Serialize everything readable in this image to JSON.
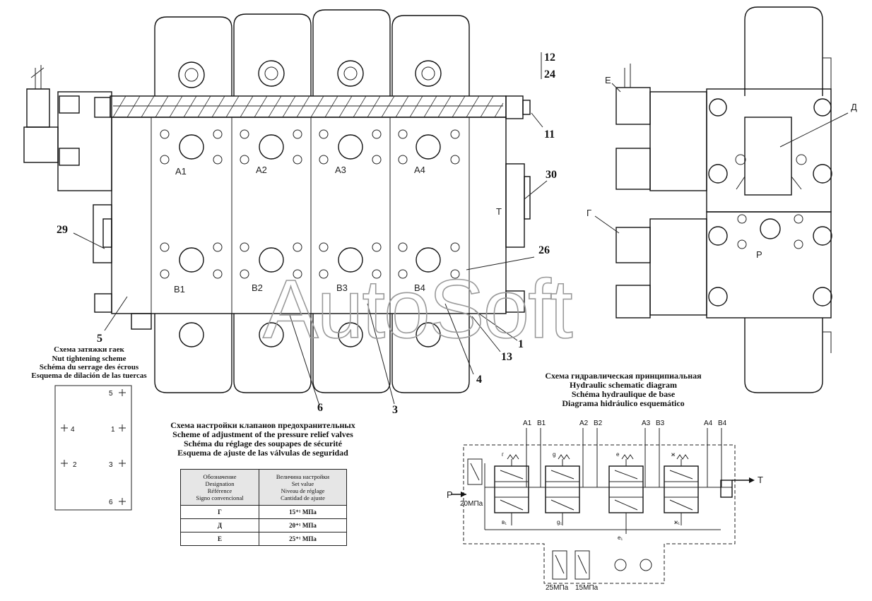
{
  "watermark": "AutoSoft",
  "main_view": {
    "port_labels_top": [
      "A1",
      "A2",
      "A3",
      "A4"
    ],
    "port_labels_bottom": [
      "B1",
      "B2",
      "B3",
      "B4"
    ],
    "tank_label": "T",
    "callouts": {
      "c12": "12",
      "c24": "24",
      "c11": "11",
      "c30": "30",
      "c29": "29",
      "c26": "26",
      "c5": "5",
      "c1": "1",
      "c13": "13",
      "c4": "4",
      "c3": "3",
      "c6": "6"
    }
  },
  "side_view": {
    "labels": {
      "e": "Е",
      "d": "Д",
      "g": "Г",
      "p": "P"
    }
  },
  "nut_scheme": {
    "title_lines": [
      "Схема затяжки гаек",
      "Nut tightening scheme",
      "Schéma du serrage des écrous",
      "Esquema de dilación de las tuercas"
    ],
    "points": [
      "5",
      "4",
      "1",
      "2",
      "3",
      "6"
    ]
  },
  "valve_adjust": {
    "title_lines": [
      "Схема настройки клапанов предохранительных",
      "Scheme of adjustment of the pressure relief valves",
      "Schéma du réglage des soupapes de sécurité",
      "Esquema de ajuste de las válvulas de seguridad"
    ],
    "header": {
      "designation": [
        "Обозначение",
        "Designation",
        "Référence",
        "Signo convencional"
      ],
      "set_value": [
        "Величина настройки",
        "Set value",
        "Niveau de réglage",
        "Cantidad de ajuste"
      ]
    },
    "rows": [
      {
        "designation": "Г",
        "value": "15⁺¹ МПа"
      },
      {
        "designation": "Д",
        "value": "20⁺¹ МПа"
      },
      {
        "designation": "Е",
        "value": "25⁺¹ МПа"
      }
    ]
  },
  "hydraulic": {
    "title_lines": [
      "Схема гидравлическая принципиальная",
      "Hydraulic schematic diagram",
      "Schéma hydraulique de base",
      "Diagrama hidráulico esquemático"
    ],
    "ports": [
      "A1",
      "B1",
      "A2",
      "B2",
      "A3",
      "B3",
      "A4",
      "B4"
    ],
    "p_label": "P",
    "t_label": "T",
    "relief_main": "20МПа",
    "relief_a": "25МПа",
    "relief_b": "15МПа",
    "spool_top": [
      "г",
      "g",
      "е",
      "ж"
    ],
    "spool_bottom": [
      "в₁",
      "g₁",
      "е₁",
      "ж₁"
    ]
  }
}
